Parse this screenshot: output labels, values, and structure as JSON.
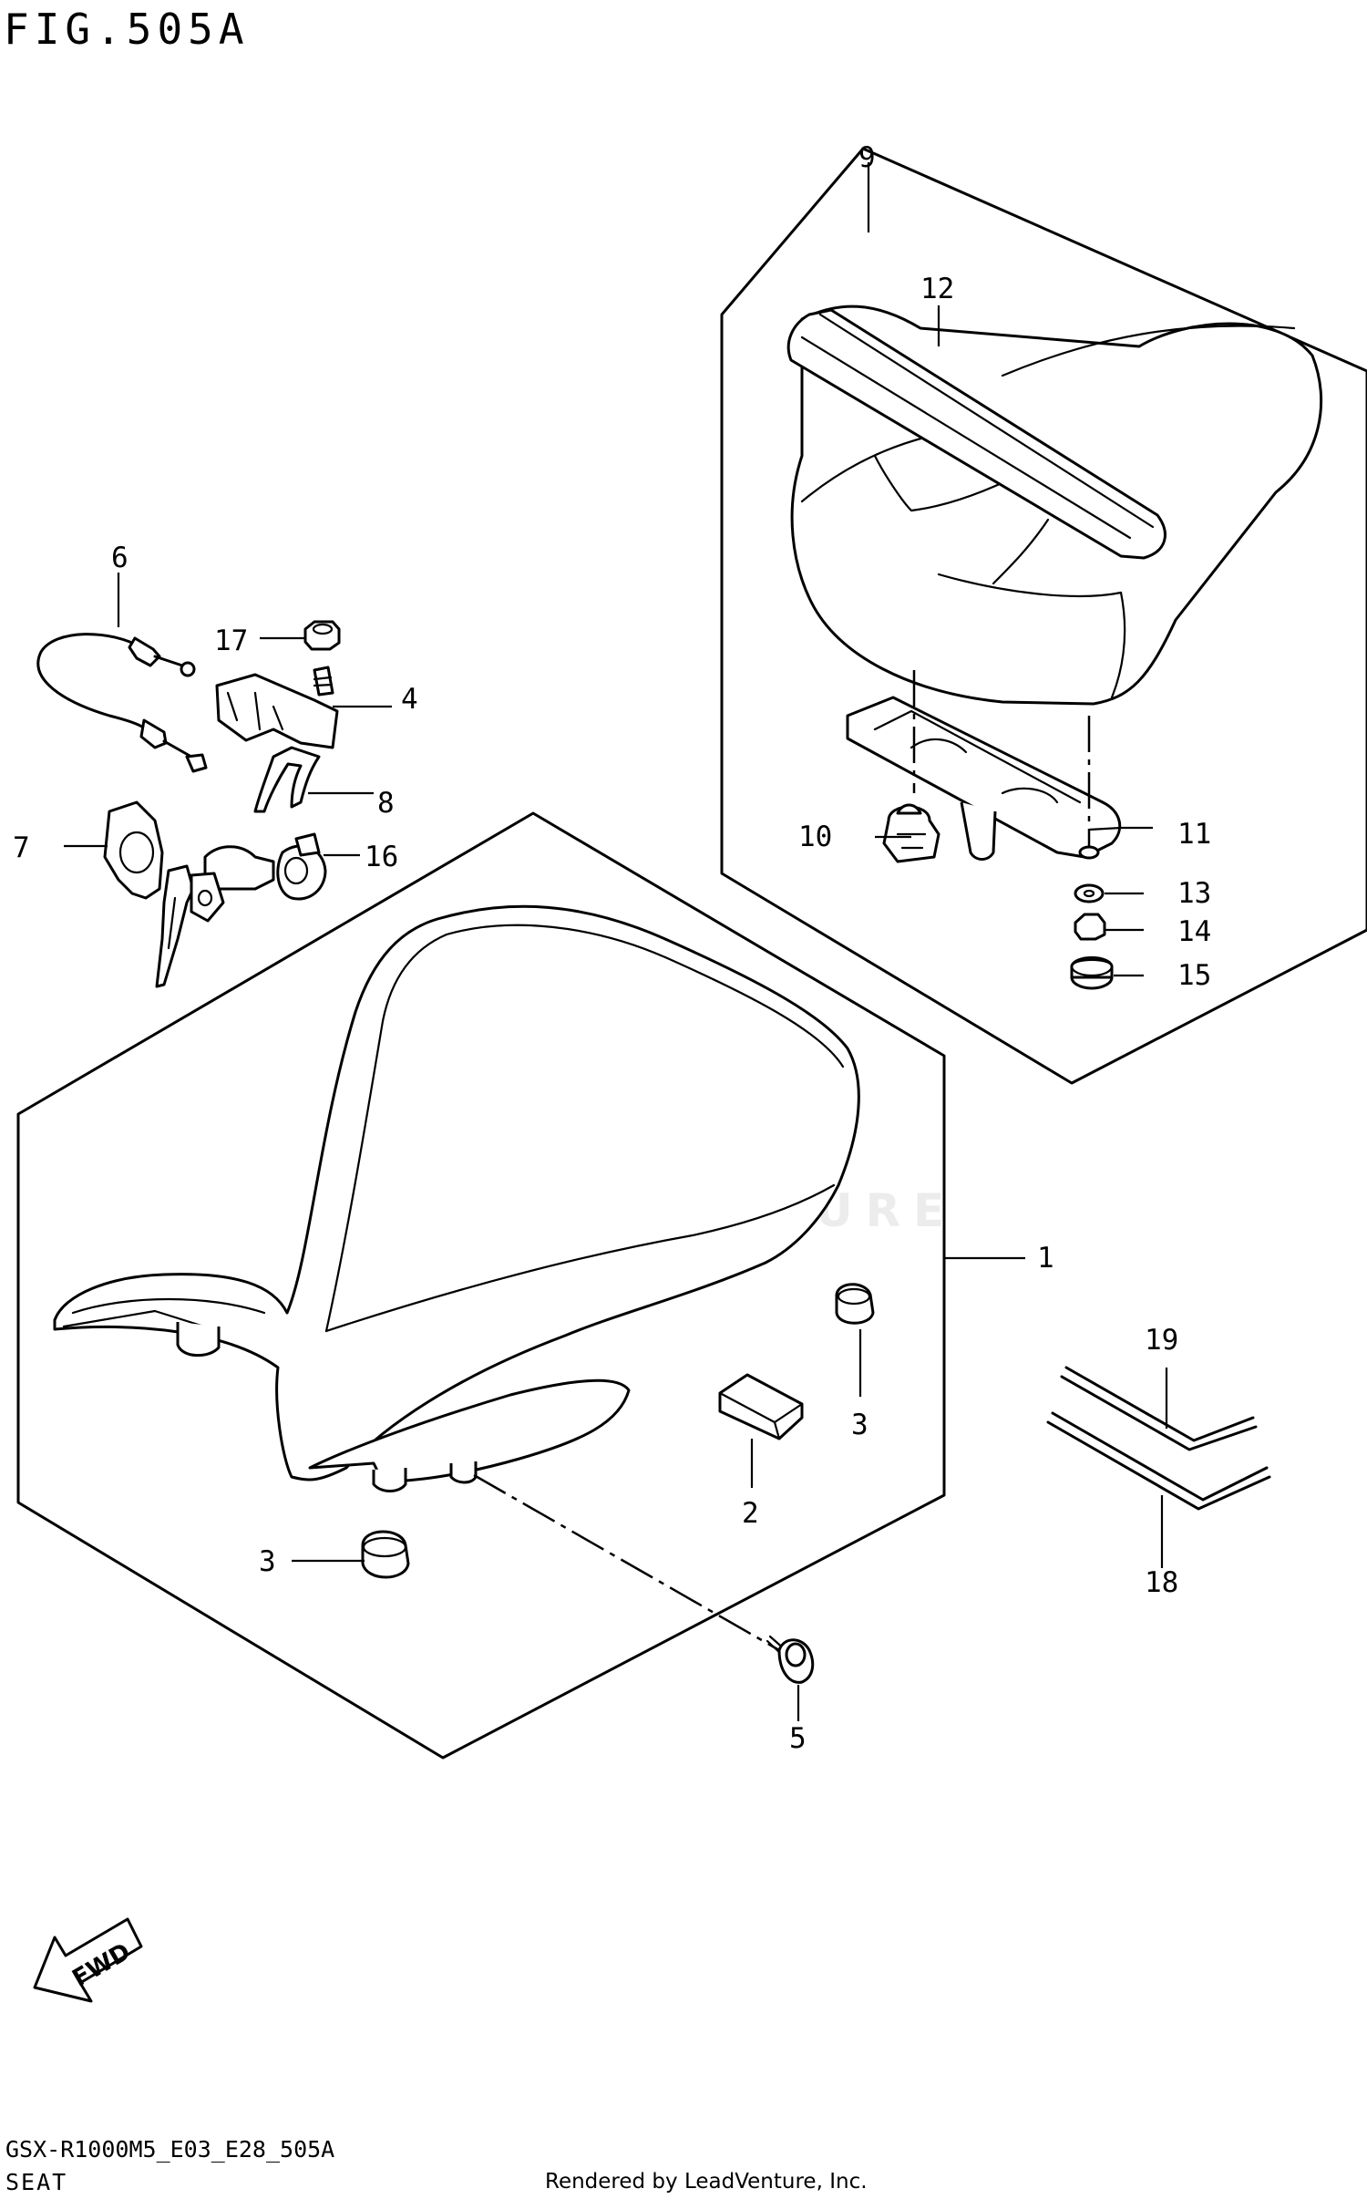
{
  "figure": {
    "title": "FIG.505A",
    "model_code": "GSX-R1000M5_E03_E28_505A",
    "section_name": "SEAT",
    "render_credit": "Rendered by LeadVenture, Inc.",
    "watermark": "LEADVENTURE",
    "direction_label": "FWD"
  },
  "callouts": {
    "c1": "1",
    "c2": "2",
    "c3a": "3",
    "c3b": "3",
    "c4": "4",
    "c5": "5",
    "c6": "6",
    "c7": "7",
    "c8": "8",
    "c9": "9",
    "c10": "10",
    "c11": "11",
    "c12": "12",
    "c13": "13",
    "c14": "14",
    "c15": "15",
    "c16": "16",
    "c17": "17",
    "c18": "18",
    "c19": "19"
  }
}
